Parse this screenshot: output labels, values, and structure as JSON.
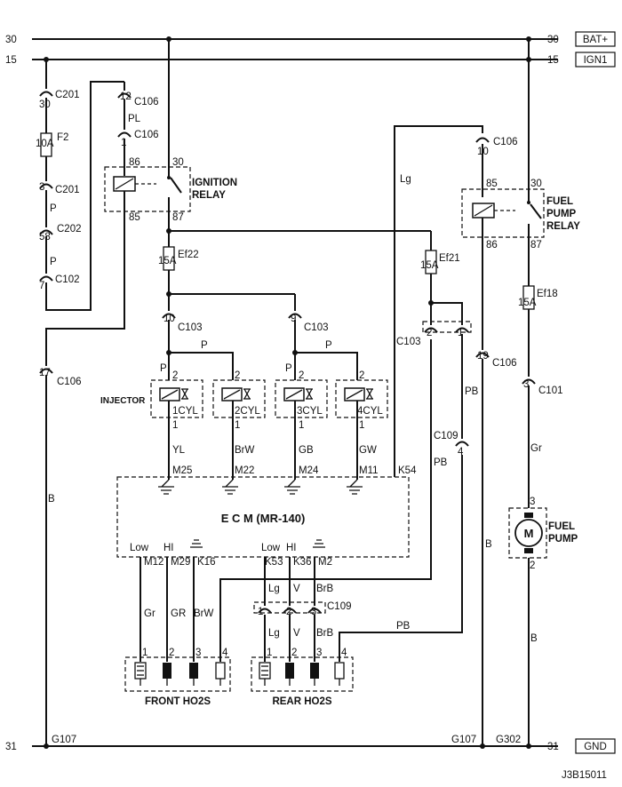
{
  "rails": {
    "rail30_left": "30",
    "rail30_right": "30",
    "rail30_tag": "BAT+",
    "rail15_left": "15",
    "rail15_right": "15",
    "rail15_tag": "IGN1",
    "rail31_left": "31",
    "rail31_right": "31",
    "rail31_tag": "GND"
  },
  "connectors": {
    "c201_top_pin": "30",
    "c201_top": "C201",
    "c201_bot_pin": "3",
    "c201_bot": "C201",
    "c202_pin": "58",
    "c202": "C202",
    "c102_pin": "7",
    "c102": "C102",
    "c106_a_pin": "12",
    "c106_a": "C106",
    "c106_b_pin": "1",
    "c106_b": "C106",
    "c106_c_pin": "17",
    "c106_c": "C106",
    "c106_d_pin": "10",
    "c106_d": "C106",
    "c106_e_pin": "19",
    "c106_e": "C106",
    "c101_pin": "3",
    "c101": "C101",
    "c103_a_pin": "10",
    "c103_a": "C103",
    "c103_b_pin": "9",
    "c103_b": "C103",
    "c103_c": "C103",
    "c103_c_pin2": "2",
    "c103_c_pin1": "1",
    "c109_a": "C109",
    "c109_a_pin": "4",
    "c109_b": "C109",
    "c109_b_pin1": "1",
    "c109_b_pin2": "2",
    "c109_b_pin3": "3"
  },
  "fuses": {
    "f2_name": "F2",
    "f2_rating": "10A",
    "ef22_name": "Ef22",
    "ef22_rating": "15A",
    "ef21_name": "Ef21",
    "ef21_rating": "15A",
    "ef18_name": "Ef18",
    "ef18_rating": "15A"
  },
  "relays": {
    "ignition_line1": "IGNITION",
    "ignition_line2": "RELAY",
    "ign_86": "86",
    "ign_85": "85",
    "ign_30": "30",
    "ign_87": "87",
    "fuel_line1": "FUEL",
    "fuel_line2": "PUMP",
    "fuel_line3": "RELAY",
    "fp_85": "85",
    "fp_86": "86",
    "fp_30": "30",
    "fp_87": "87"
  },
  "injectors": {
    "label": "INJECTOR",
    "cyl1": "1CYL",
    "cyl2": "2CYL",
    "cyl3": "3CYL",
    "cyl4": "4CYL",
    "pin2": "2",
    "pin1": "1"
  },
  "wires": {
    "P": "P",
    "PL": "PL",
    "B": "B",
    "Lg": "Lg",
    "PB": "PB",
    "Gr": "Gr",
    "YL": "YL",
    "BrW": "BrW",
    "GB": "GB",
    "GW": "GW",
    "GR": "GR",
    "V": "V",
    "BrB": "BrB"
  },
  "ecm": {
    "title": "E C M (MR-140)",
    "m25": "M25",
    "m22": "M22",
    "m24": "M24",
    "m11": "M11",
    "k54": "K54",
    "low": "Low",
    "hi": "HI",
    "m12": "M12",
    "m29": "M29",
    "k16": "K16",
    "k53": "K53",
    "k36": "K36",
    "m2": "M2"
  },
  "sensors": {
    "front": "FRONT HO2S",
    "rear": "REAR HO2S",
    "p1": "1",
    "p2": "2",
    "p3": "3",
    "p4": "4"
  },
  "pump": {
    "symbol": "M",
    "line1": "FUEL",
    "line2": "PUMP",
    "pin3": "3",
    "pin2": "2"
  },
  "grounds": {
    "g107_left": "G107",
    "g107_right": "G107",
    "g302": "G302"
  },
  "diagram_code": "J3B15011"
}
